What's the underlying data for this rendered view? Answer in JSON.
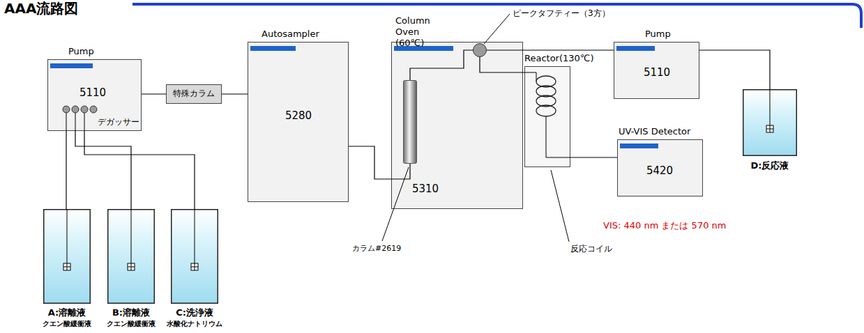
{
  "diagram": {
    "title": "AAA流路図",
    "nodes": [
      {
        "text": [
          "Pump",
          "5110",
          "デガッサー"
        ]
      },
      {
        "text": [
          "特殊カラム"
        ]
      },
      {
        "text": [
          "Autosampler",
          "5280"
        ]
      },
      {
        "text": [
          "Column Oven (60℃)",
          "5310"
        ]
      },
      {
        "text": [
          "カラム#2619"
        ],
        "in": 3
      },
      {
        "text": [
          "ピークタフティー（3方）"
        ],
        "in": 3
      },
      {
        "text": [
          "Reactor(130℃)",
          "反応コイル"
        ]
      },
      {
        "text": [
          "Pump",
          "5110"
        ]
      },
      {
        "text": [
          "UV-VIS Detector",
          "5420"
        ]
      },
      {
        "text": [
          "A:溶離液",
          "クエン酸緩衝液"
        ]
      },
      {
        "text": [
          "B:溶離液",
          "クエン酸緩衝液"
        ]
      },
      {
        "text": [
          "C:洗浄液",
          "水酸化ナトリウム"
        ]
      },
      {
        "text": [
          "D:反応液"
        ]
      }
    ],
    "edges": [
      {
        "from": 9,
        "to": 0,
        "arrow": "none"
      },
      {
        "from": 10,
        "to": 0,
        "arrow": "none"
      },
      {
        "from": 11,
        "to": 0,
        "arrow": "none"
      },
      {
        "from": 0,
        "to": 1,
        "arrow": "none"
      },
      {
        "from": 1,
        "to": 2,
        "arrow": "none"
      },
      {
        "from": 2,
        "to": 4,
        "arrow": "none"
      },
      {
        "from": 4,
        "to": 5,
        "arrow": "none"
      },
      {
        "from": 7,
        "to": 5,
        "arrow": "none"
      },
      {
        "from": 5,
        "to": 6,
        "arrow": "none"
      },
      {
        "from": 6,
        "to": 8,
        "arrow": "none"
      },
      {
        "from": 12,
        "to": 7,
        "arrow": "none"
      }
    ],
    "labels": [
      "VIS: 440 nm または 570 nm"
    ]
  }
}
